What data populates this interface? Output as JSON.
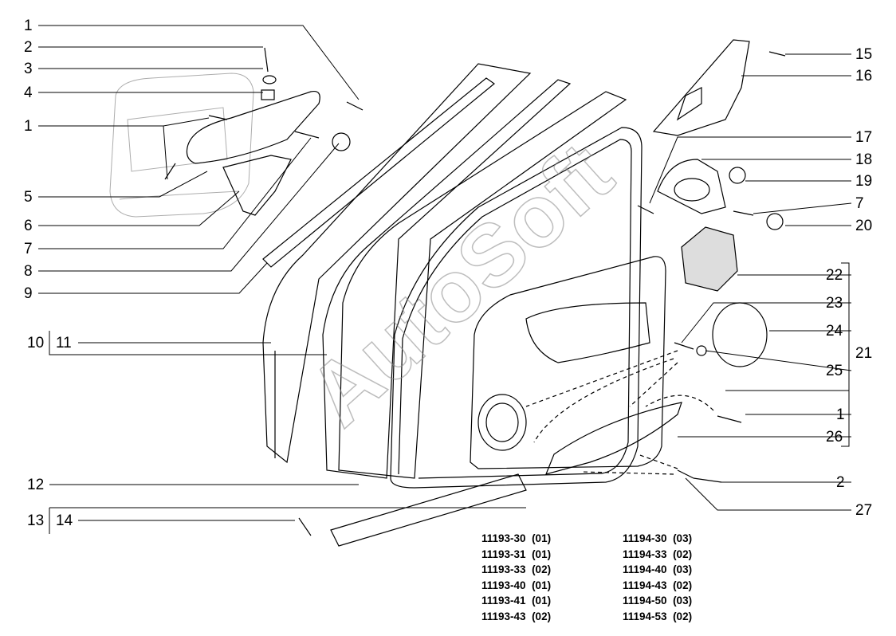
{
  "callouts_left": [
    "1",
    "2",
    "3",
    "4",
    "1",
    "5",
    "6",
    "7",
    "8",
    "9",
    "10",
    "11",
    "12",
    "13",
    "14"
  ],
  "callouts_right": [
    "15",
    "16",
    "17",
    "18",
    "19",
    "7",
    "20",
    "22",
    "23",
    "24",
    "21",
    "25",
    "1",
    "26",
    "2",
    "27"
  ],
  "watermark": "AutoSoft",
  "model_table": {
    "left": [
      "11193-30  (01)",
      "11193-31  (01)",
      "11193-33  (02)",
      "11193-40  (01)",
      "11193-41  (01)",
      "11193-43  (02)"
    ],
    "right": [
      "11194-30  (03)",
      "11194-33  (02)",
      "11194-40  (03)",
      "11194-43  (02)",
      "11194-50  (03)",
      "11194-53  (02)"
    ]
  }
}
